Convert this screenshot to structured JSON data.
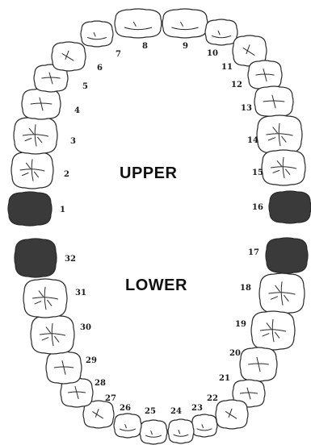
{
  "labels": {
    "upper": "UPPER",
    "lower": "LOWER"
  },
  "teeth": [
    {
      "number": "1",
      "marked": true
    },
    {
      "number": "2",
      "marked": false
    },
    {
      "number": "3",
      "marked": false
    },
    {
      "number": "4",
      "marked": false
    },
    {
      "number": "5",
      "marked": false
    },
    {
      "number": "6",
      "marked": false
    },
    {
      "number": "7",
      "marked": false
    },
    {
      "number": "8",
      "marked": false
    },
    {
      "number": "9",
      "marked": false
    },
    {
      "number": "10",
      "marked": false
    },
    {
      "number": "11",
      "marked": false
    },
    {
      "number": "12",
      "marked": false
    },
    {
      "number": "13",
      "marked": false
    },
    {
      "number": "14",
      "marked": false
    },
    {
      "number": "15",
      "marked": false
    },
    {
      "number": "16",
      "marked": true
    },
    {
      "number": "17",
      "marked": true
    },
    {
      "number": "18",
      "marked": false
    },
    {
      "number": "19",
      "marked": false
    },
    {
      "number": "20",
      "marked": false
    },
    {
      "number": "21",
      "marked": false
    },
    {
      "number": "22",
      "marked": false
    },
    {
      "number": "23",
      "marked": false
    },
    {
      "number": "24",
      "marked": false
    },
    {
      "number": "25",
      "marked": false
    },
    {
      "number": "26",
      "marked": false
    },
    {
      "number": "27",
      "marked": false
    },
    {
      "number": "28",
      "marked": false
    },
    {
      "number": "29",
      "marked": false
    },
    {
      "number": "30",
      "marked": false
    },
    {
      "number": "31",
      "marked": false
    },
    {
      "number": "32",
      "marked": true
    }
  ]
}
